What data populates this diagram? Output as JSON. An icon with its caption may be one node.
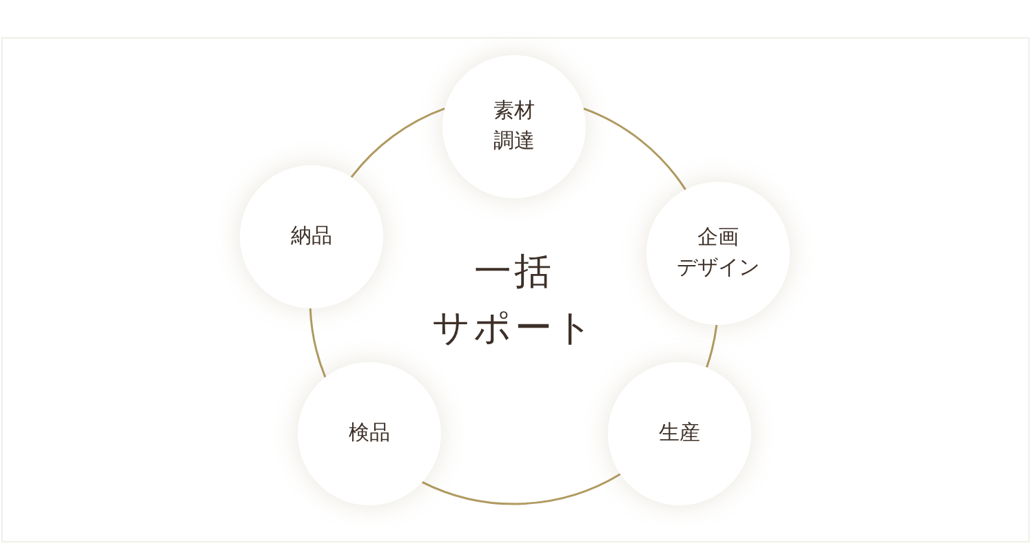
{
  "diagram": {
    "nodes": [
      {
        "text": [
          "素材調達"
        ]
      },
      {
        "text": [
          "企画デザイン"
        ]
      },
      {
        "text": [
          "生産"
        ]
      },
      {
        "text": [
          "検品"
        ]
      },
      {
        "text": [
          "納品"
        ]
      }
    ],
    "edges": [
      {
        "from": 0,
        "to": 1,
        "arrow": "none"
      },
      {
        "from": 1,
        "to": 2,
        "arrow": "none"
      },
      {
        "from": 2,
        "to": 3,
        "arrow": "none"
      },
      {
        "from": 3,
        "to": 4,
        "arrow": "none"
      },
      {
        "from": 4,
        "to": 0,
        "arrow": "none"
      }
    ],
    "labels": [
      "一括サポート"
    ]
  }
}
